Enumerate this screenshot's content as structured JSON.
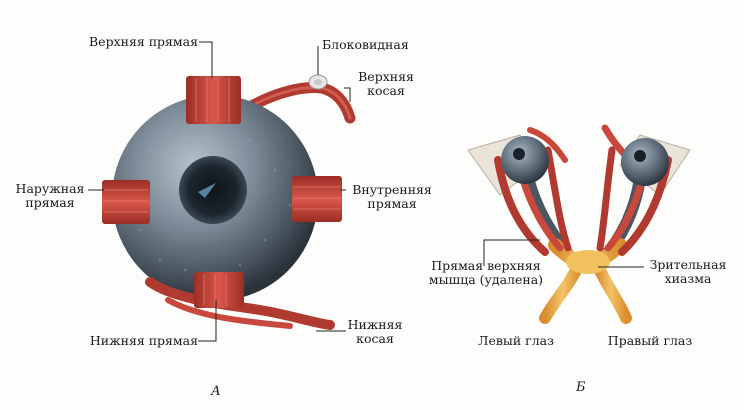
{
  "panel_a": {
    "label": "А",
    "superior_rectus": "Верхняя прямая",
    "trochlea": "Блоковидная",
    "superior_oblique": "Верхняя\nкосая",
    "lateral_rectus": "Наружная\nпрямая",
    "medial_rectus": "Внутренняя\nпрямая",
    "inferior_rectus": "Нижняя прямая",
    "inferior_oblique": "Нижняя\nкосая"
  },
  "panel_b": {
    "label": "Б",
    "removed_muscle": "Прямая верхняя\nмышца (удалена)",
    "chiasm": "Зрительная\nхиазма",
    "left_eye": "Левый глаз",
    "right_eye": "Правый глаз"
  },
  "colors": {
    "muscle": "#c8473a",
    "muscle_dark": "#8e2a22",
    "eyeball": "#5d6b78",
    "nerve": "#e7a64a",
    "chiasm": "#f1c15e"
  }
}
